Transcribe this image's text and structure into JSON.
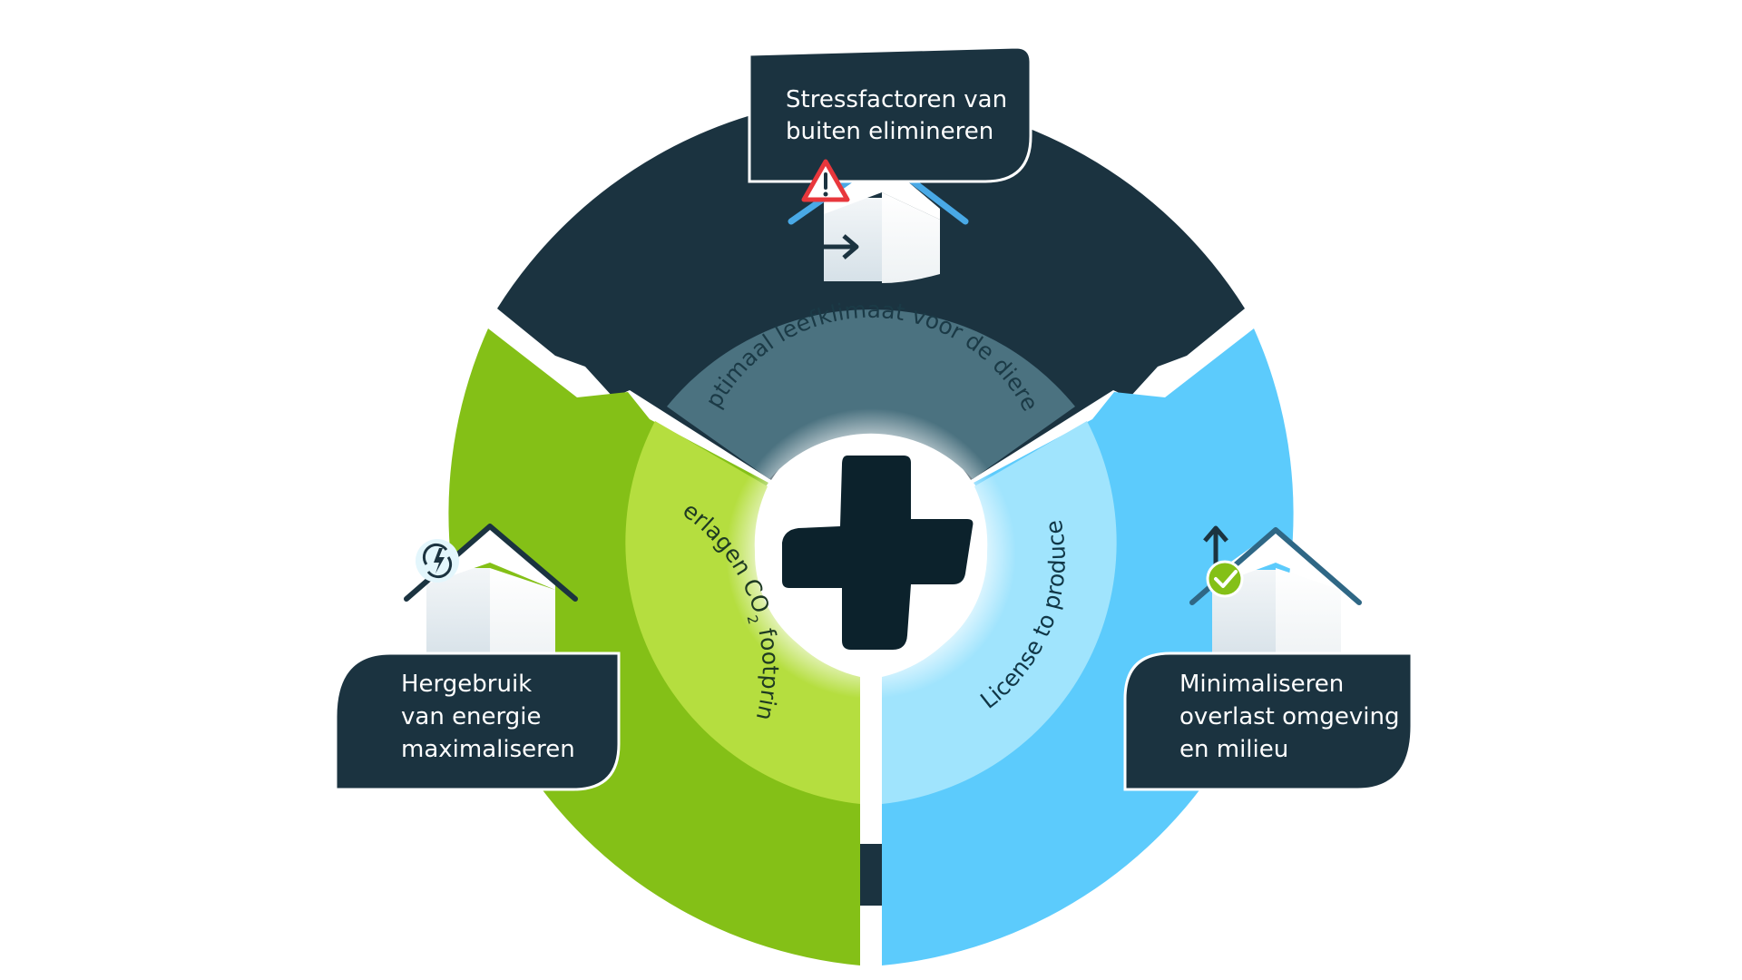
{
  "segments": {
    "top": {
      "box_lines": [
        "Stressfactoren van",
        "buiten elimineren"
      ],
      "ring_label": "Optimaal leefklimaat voor de dieren",
      "icon": "warning-icon",
      "color": "#1b3340"
    },
    "left": {
      "box_lines": [
        "Hergebruik",
        "van energie",
        "maximaliseren"
      ],
      "ring_label_prefix": "Verlagen CO",
      "ring_label_subscript": "2",
      "ring_label_suffix": " footprint",
      "icon": "energy-recycle-icon",
      "color": "#84c017"
    },
    "right": {
      "box_lines": [
        "Minimaliseren",
        "overlast omgeving",
        "en milieu"
      ],
      "ring_label": "License to produce",
      "icon": "checkmark-icon",
      "color": "#5ccbfc"
    }
  },
  "center": {
    "icon": "plus-icon",
    "color": "#0c222c"
  }
}
